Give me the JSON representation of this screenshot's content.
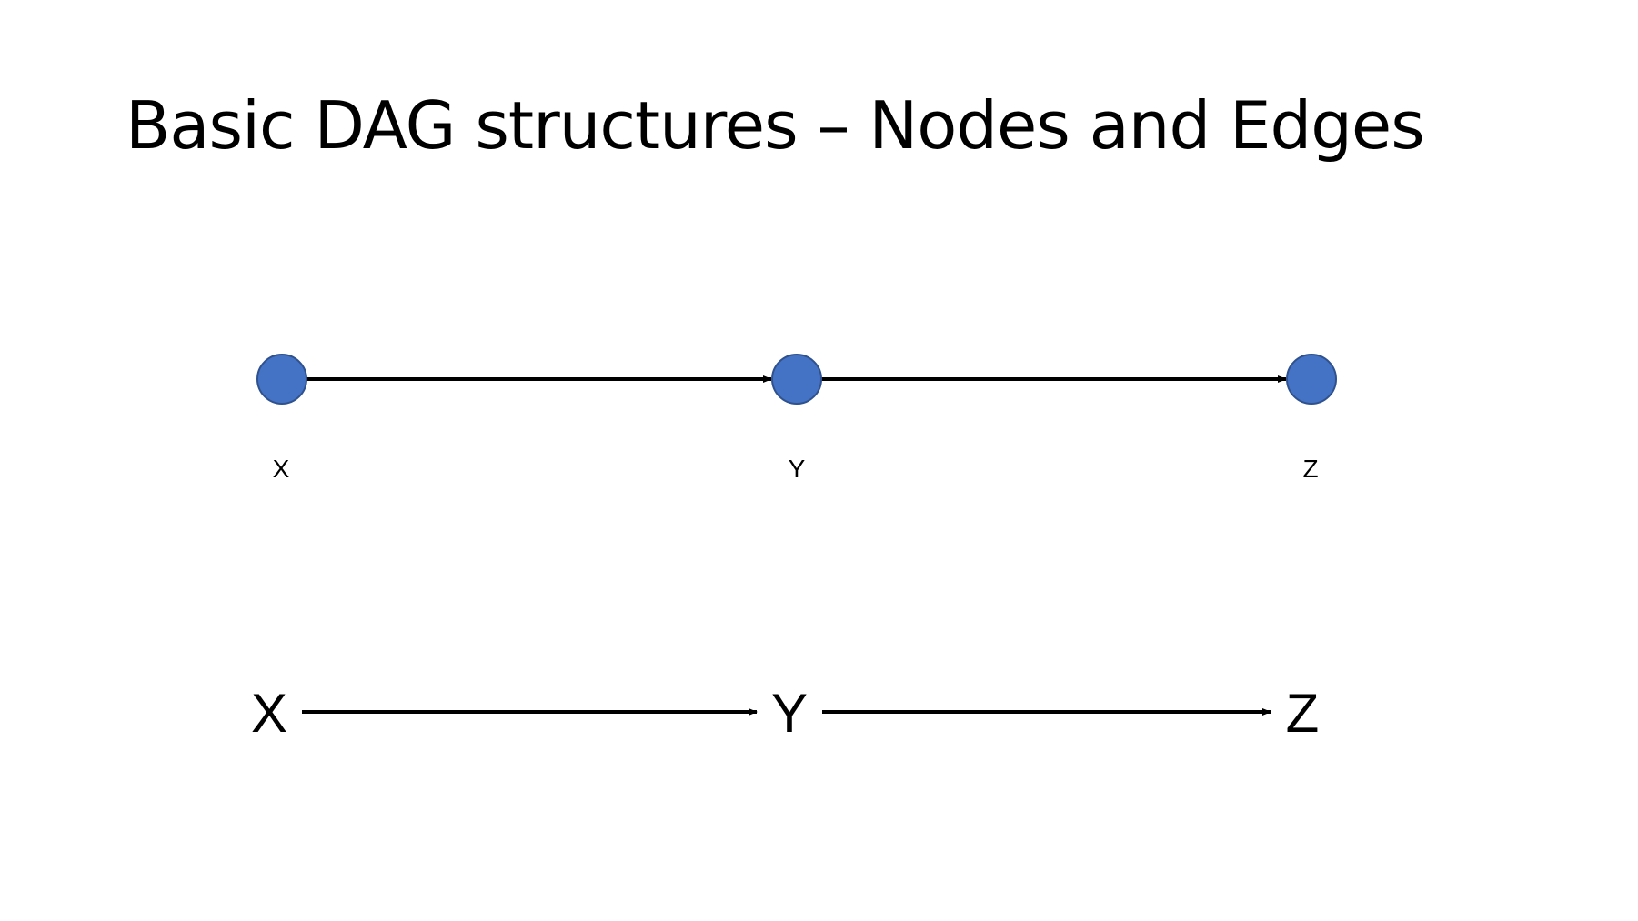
{
  "slide": {
    "title": "Basic DAG structures – Nodes and Edges"
  },
  "diagram_top": {
    "nodes": [
      {
        "id": "x",
        "label": "X"
      },
      {
        "id": "y",
        "label": "Y"
      },
      {
        "id": "z",
        "label": "Z"
      }
    ],
    "edges": [
      {
        "from": "X",
        "to": "Y"
      },
      {
        "from": "Y",
        "to": "Z"
      }
    ]
  },
  "diagram_bottom": {
    "nodes": [
      {
        "id": "x",
        "label": "X"
      },
      {
        "id": "y",
        "label": "Y"
      },
      {
        "id": "z",
        "label": "Z"
      }
    ],
    "edges": [
      {
        "from": "X",
        "to": "Y"
      },
      {
        "from": "Y",
        "to": "Z"
      }
    ]
  },
  "colors": {
    "node_fill": "#4472C4",
    "node_stroke": "#2F528F",
    "edge": "#000000",
    "text": "#000000",
    "background": "#FFFFFF"
  }
}
